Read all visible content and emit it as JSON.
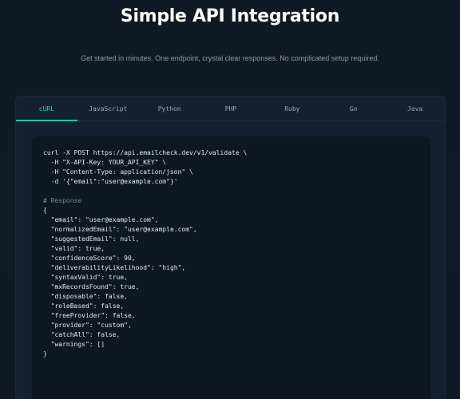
{
  "header": {
    "title": "Simple API Integration",
    "subtitle": "Get started in minutes. One endpoint, crystal clear responses. No complicated setup required."
  },
  "tabs": [
    {
      "label": "cURL",
      "active": true
    },
    {
      "label": "JavaScript",
      "active": false
    },
    {
      "label": "Python",
      "active": false
    },
    {
      "label": "PHP",
      "active": false
    },
    {
      "label": "Ruby",
      "active": false
    },
    {
      "label": "Go",
      "active": false
    },
    {
      "label": "Java",
      "active": false
    }
  ],
  "code": {
    "request": [
      "curl -X POST https://api.emailcheck.dev/v1/validate \\",
      "  -H \"X-API-Key: YOUR_API_KEY\" \\",
      "  -H \"Content-Type: application/json\" \\",
      "  -d '{\"email\":\"user@example.com\"}'"
    ],
    "response_comment": "# Response",
    "response": [
      "{",
      "  \"email\": \"user@example.com\",",
      "  \"normalizedEmail\": \"user@example.com\",",
      "  \"suggestedEmail\": null,",
      "  \"valid\": true,",
      "  \"confidenceScore\": 90,",
      "  \"deliverabilityLikelihood\": \"high\",",
      "  \"syntaxValid\": true,",
      "  \"mxRecordsFound\": true,",
      "  \"disposable\": false,",
      "  \"roleBased\": false,",
      "  \"freeProvider\": false,",
      "  \"provider\": \"custom\",",
      "  \"catchAll\": false,",
      "  \"warnings\": []",
      "}"
    ]
  },
  "colors": {
    "accent": "#21c7a8",
    "background": "#0f1924",
    "panel": "#142130",
    "code_background": "#0e1822"
  }
}
